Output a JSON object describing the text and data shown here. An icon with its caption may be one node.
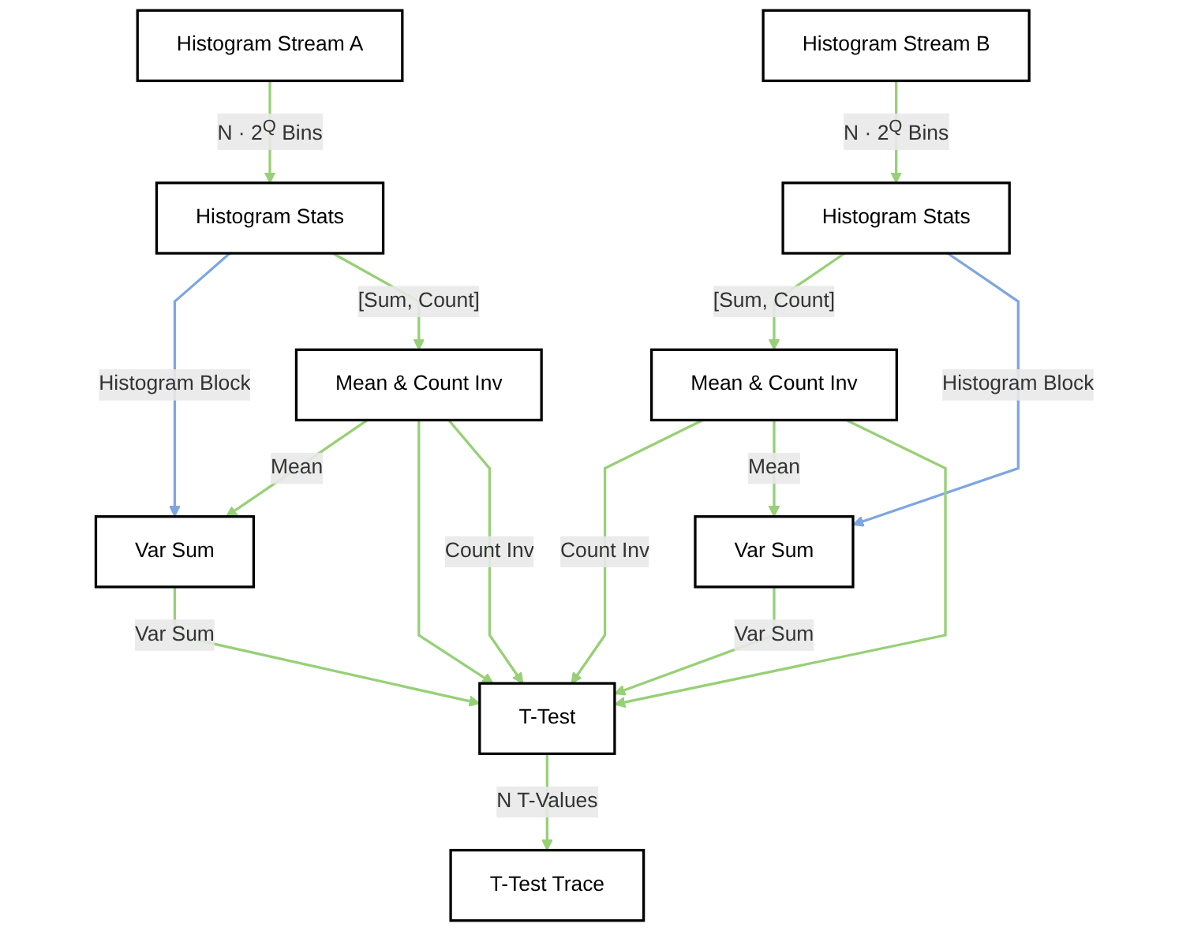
{
  "diagram": {
    "nodes": [
      {
        "text": [
          "Histogram Stream A"
        ]
      },
      {
        "text": [
          "Histogram Stream B"
        ]
      },
      {
        "text": [
          "Histogram Stats"
        ]
      },
      {
        "text": [
          "Histogram Stats"
        ]
      },
      {
        "text": [
          "Mean & Count Inv"
        ]
      },
      {
        "text": [
          "Mean & Count Inv"
        ]
      },
      {
        "text": [
          "Var Sum"
        ]
      },
      {
        "text": [
          "Var Sum"
        ]
      },
      {
        "text": [
          "T-Test"
        ]
      },
      {
        "text": [
          "T-Test Trace"
        ]
      }
    ],
    "edges": [
      {
        "from": 0,
        "to": 2,
        "arrow": "to",
        "label": "N · 2$^{Q}$ Bins"
      },
      {
        "from": 1,
        "to": 3,
        "arrow": "to",
        "label": "N · 2$^{Q}$ Bins"
      },
      {
        "from": 2,
        "to": 6,
        "arrow": "to",
        "label": "Histogram Block",
        "color": "#7ea6e0"
      },
      {
        "from": 2,
        "to": 4,
        "arrow": "to",
        "label": "[Sum, Count]"
      },
      {
        "from": 3,
        "to": 5,
        "arrow": "to",
        "label": "[Sum, Count]"
      },
      {
        "from": 3,
        "to": 7,
        "arrow": "to",
        "label": "Histogram Block",
        "color": "#7ea6e0"
      },
      {
        "from": 4,
        "to": 6,
        "arrow": "to",
        "label": "Mean"
      },
      {
        "from": 4,
        "to": 8,
        "arrow": "to"
      },
      {
        "from": 4,
        "to": 8,
        "arrow": "to",
        "label": "Count Inv"
      },
      {
        "from": 5,
        "to": 8,
        "arrow": "to",
        "label": "Count Inv"
      },
      {
        "from": 5,
        "to": 7,
        "arrow": "to",
        "label": "Mean"
      },
      {
        "from": 5,
        "to": 8,
        "arrow": "to"
      },
      {
        "from": 6,
        "to": 8,
        "arrow": "to",
        "label": "Var Sum"
      },
      {
        "from": 7,
        "to": 8,
        "arrow": "to",
        "label": "Var Sum"
      },
      {
        "from": 8,
        "to": 9,
        "arrow": "to",
        "label": "N T-Values"
      }
    ]
  }
}
